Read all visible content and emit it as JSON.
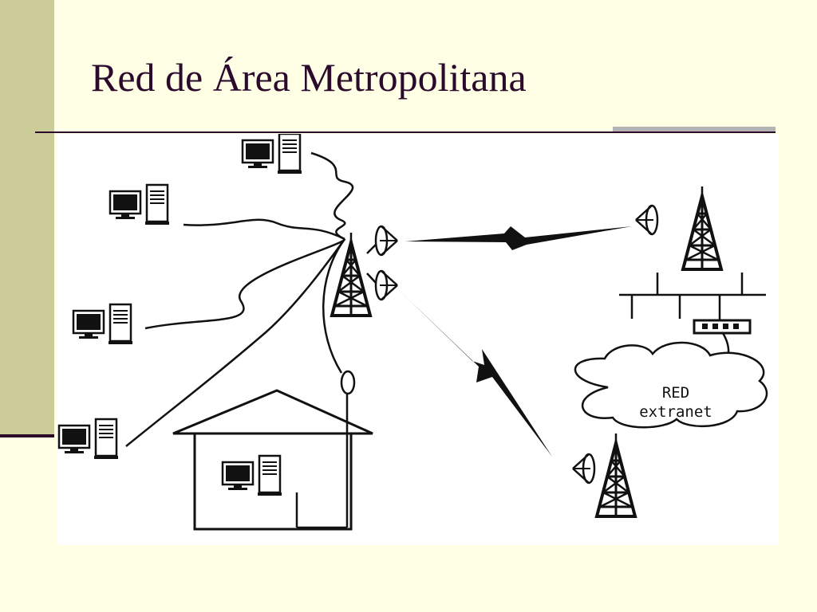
{
  "slide": {
    "title": "Red de Área Metropolitana"
  },
  "diagram": {
    "cloud_line1": "RED",
    "cloud_line2": "extranet"
  }
}
